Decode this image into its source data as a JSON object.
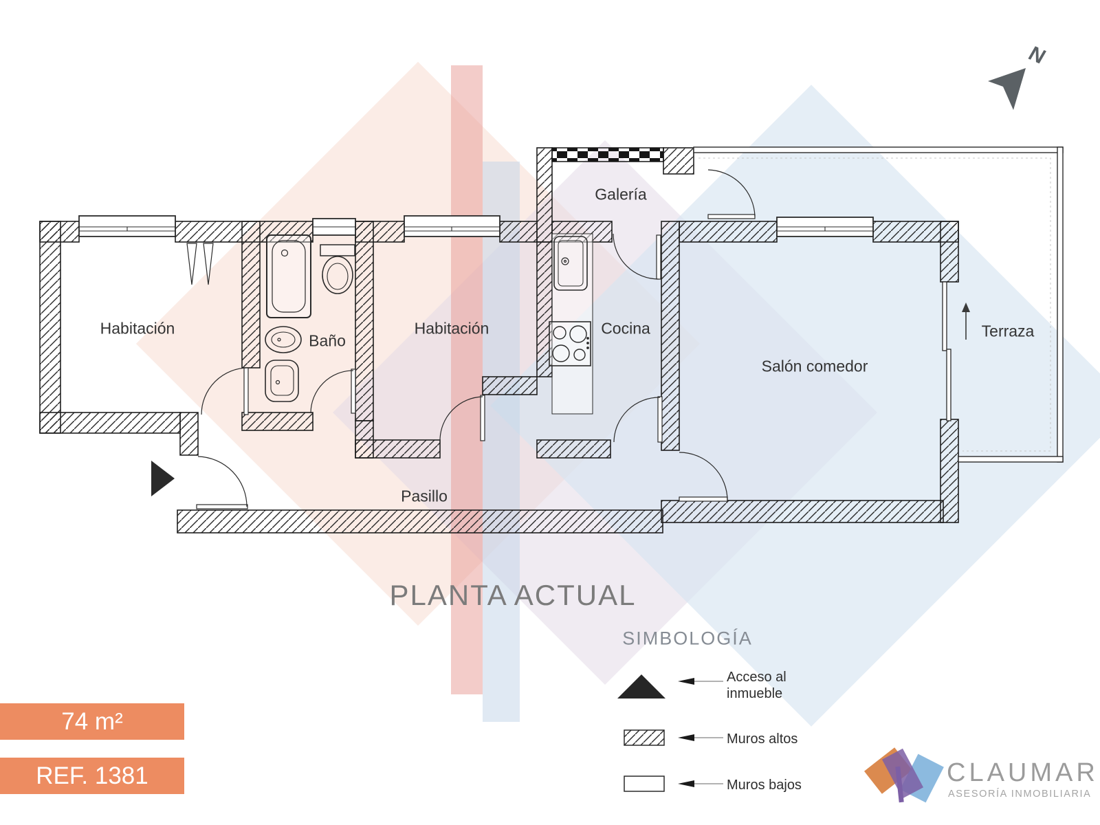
{
  "north_indicator": {
    "label": "N"
  },
  "plan": {
    "title": "PLANTA ACTUAL",
    "rooms": [
      {
        "id": "habitacion-izquierda",
        "label": "Habitación"
      },
      {
        "id": "bano",
        "label": "Baño"
      },
      {
        "id": "habitacion-centro",
        "label": "Habitación"
      },
      {
        "id": "cocina",
        "label": "Cocina"
      },
      {
        "id": "galeria",
        "label": "Galería"
      },
      {
        "id": "salon-comedor",
        "label": "Salón comedor"
      },
      {
        "id": "terraza",
        "label": "Terraza"
      },
      {
        "id": "pasillo",
        "label": "Pasillo"
      }
    ]
  },
  "legend": {
    "title": "SIMBOLOGÍA",
    "items": [
      {
        "symbol": "entry-triangle",
        "label": "Acceso al inmueble"
      },
      {
        "symbol": "hatched-wall",
        "label": "Muros altos"
      },
      {
        "symbol": "low-wall",
        "label": "Muros bajos"
      }
    ]
  },
  "badges": {
    "area": "74 m²",
    "reference": "REF. 1381"
  },
  "brand": {
    "name": "CLAUMAR",
    "tagline": "ASESORÍA INMOBILIARIA"
  },
  "colors": {
    "badge_orange": "#ed8c61",
    "logo_orange": "#db8a4f",
    "logo_purple": "#7c5fa5",
    "logo_blue": "#7fb2db",
    "plan_line": "#222222",
    "title_gray": "#7b7b7b",
    "watermark_pink": "#f7d9cd",
    "watermark_blue": "#d7e5f1"
  }
}
